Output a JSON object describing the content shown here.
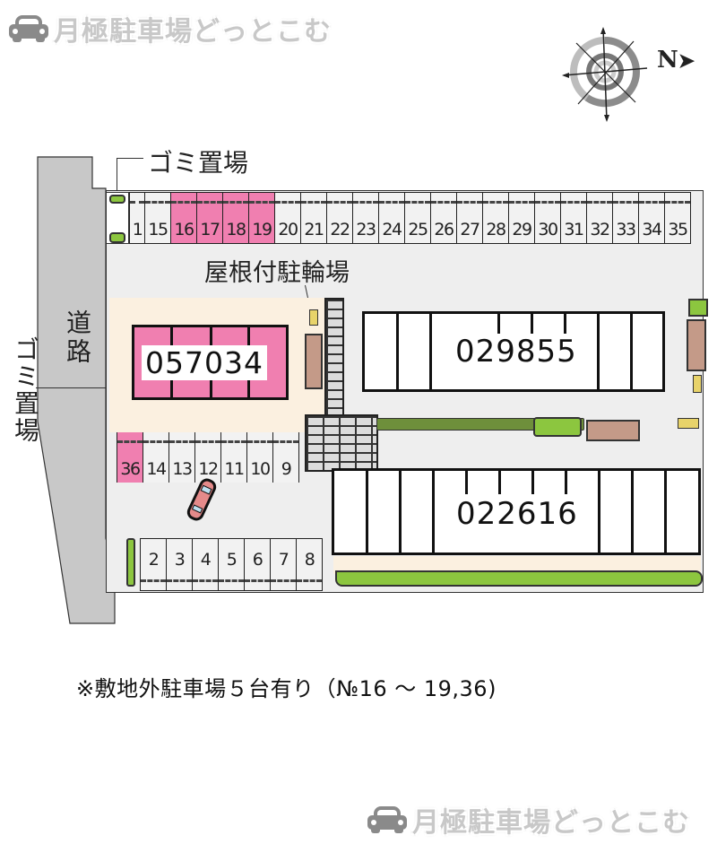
{
  "brand": {
    "logo_text": "月極駐車場どっとこむ",
    "logo_icon": "car-icon"
  },
  "compass": {
    "north_label": "N",
    "icon": "compass-rose-icon"
  },
  "labels": {
    "garbage_top": "ゴミ置場",
    "garbage_left": "ゴミ置場",
    "road": "道路",
    "bicycle_shed": "屋根付駐輪場"
  },
  "buildings": [
    {
      "id": "057034",
      "color": "#f07fb0"
    },
    {
      "id": "029855",
      "color": "#ffffff"
    },
    {
      "id": "022616",
      "color": "#ffffff"
    }
  ],
  "parking": {
    "top_row": [
      {
        "no": "1",
        "highlight": false
      },
      {
        "no": "15",
        "highlight": false
      },
      {
        "no": "16",
        "highlight": true
      },
      {
        "no": "17",
        "highlight": true
      },
      {
        "no": "18",
        "highlight": true
      },
      {
        "no": "19",
        "highlight": true
      },
      {
        "no": "20",
        "highlight": false
      },
      {
        "no": "21",
        "highlight": false
      },
      {
        "no": "22",
        "highlight": false
      },
      {
        "no": "23",
        "highlight": false
      },
      {
        "no": "24",
        "highlight": false
      },
      {
        "no": "25",
        "highlight": false
      },
      {
        "no": "26",
        "highlight": false
      },
      {
        "no": "27",
        "highlight": false
      },
      {
        "no": "28",
        "highlight": false
      },
      {
        "no": "29",
        "highlight": false
      },
      {
        "no": "30",
        "highlight": false
      },
      {
        "no": "31",
        "highlight": false
      },
      {
        "no": "32",
        "highlight": false
      },
      {
        "no": "33",
        "highlight": false
      },
      {
        "no": "34",
        "highlight": false
      },
      {
        "no": "35",
        "highlight": false
      }
    ],
    "middle_row": [
      {
        "no": "36",
        "highlight": true
      },
      {
        "no": "14",
        "highlight": false
      },
      {
        "no": "13",
        "highlight": false
      },
      {
        "no": "12",
        "highlight": false
      },
      {
        "no": "11",
        "highlight": false
      },
      {
        "no": "10",
        "highlight": false
      },
      {
        "no": "9",
        "highlight": false
      }
    ],
    "bottom_row": [
      {
        "no": "2",
        "highlight": false
      },
      {
        "no": "3",
        "highlight": false
      },
      {
        "no": "4",
        "highlight": false
      },
      {
        "no": "5",
        "highlight": false
      },
      {
        "no": "6",
        "highlight": false
      },
      {
        "no": "7",
        "highlight": false
      },
      {
        "no": "8",
        "highlight": false
      }
    ]
  },
  "note": "※敷地外駐車場５台有り（№16 ～ 19,36)",
  "colors": {
    "highlight_pink": "#f07fb0",
    "road_gray": "#c8c8c8",
    "lot_gray": "#eeeeee",
    "green": "#8cc63f",
    "brown": "#c49a88"
  }
}
